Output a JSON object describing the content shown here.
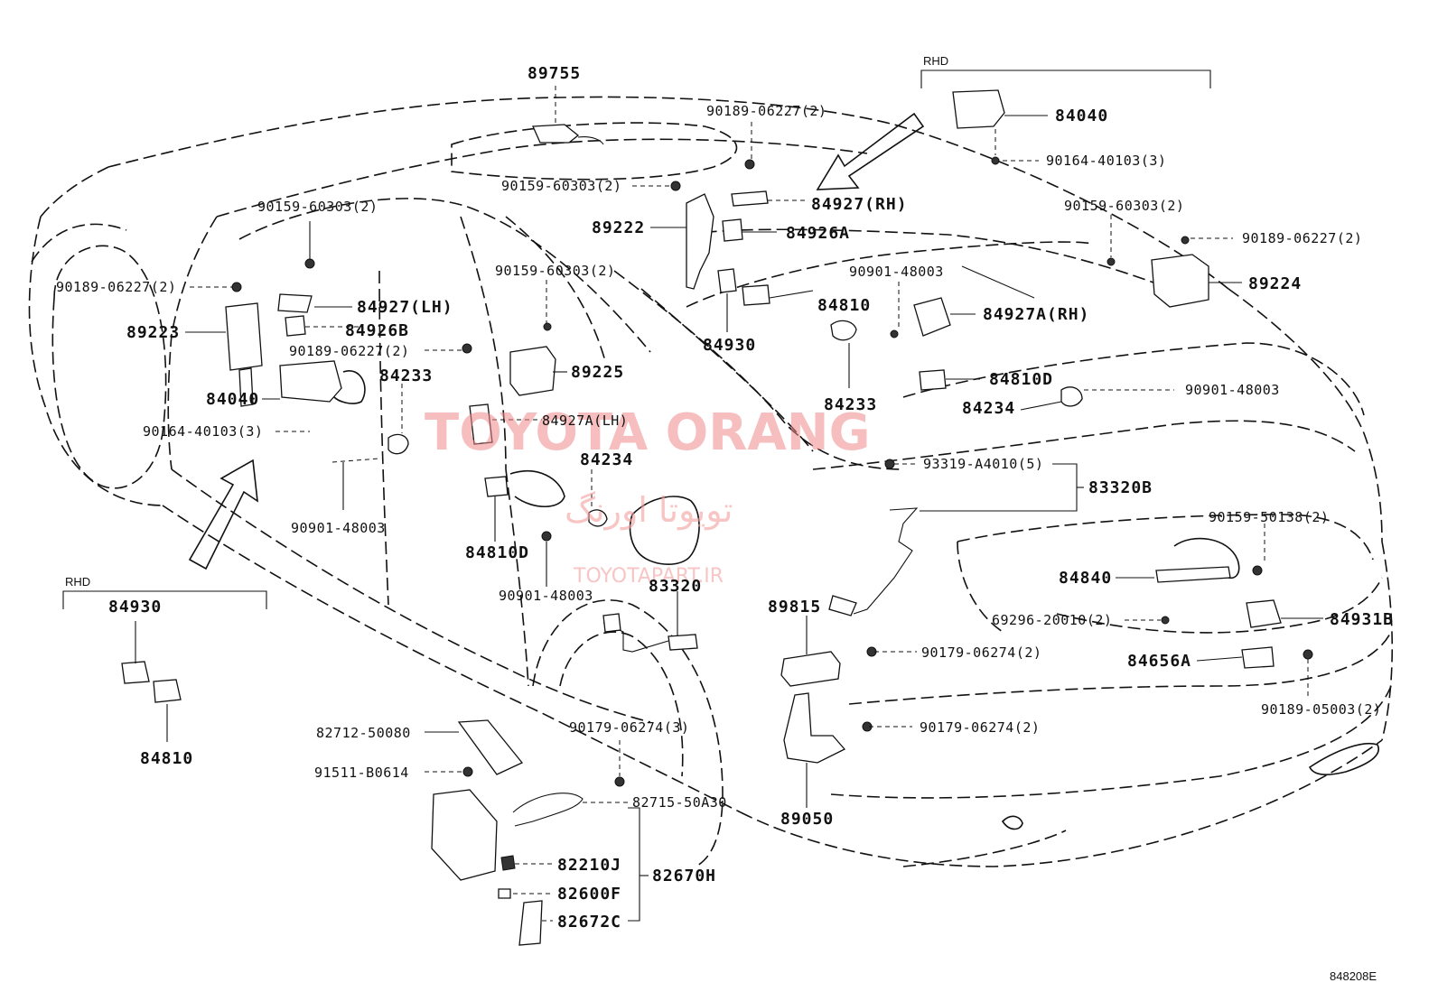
{
  "labels": {
    "p89755": "89755",
    "p90189_06227_top": "90189-06227(2)",
    "p90159_60303_top": "90159-60303(2)",
    "p84927_rh": "84927(RH)",
    "p89222": "89222",
    "p84926a": "84926A",
    "p90159_60303_left": "90159-60303(2)",
    "p90189_06227_left": "90189-06227(2)",
    "p89223": "89223",
    "p84927_lh": "84927(LH)",
    "p84926b": "84926B",
    "p90189_06227_mid": "90189-06227(2)",
    "p84233_left": "84233",
    "p84040_left": "84040",
    "p90164_40103_left": "90164-40103(3)",
    "p90901_48003_left": "90901-48003",
    "p90159_60303_mid": "90159-60303(2)",
    "p89225": "89225",
    "p84927a_lh": "84927A(LH)",
    "p84234_left": "84234",
    "p84810d_left": "84810D",
    "p90901_48003_mid": "90901-48003",
    "p84930_center": "84930",
    "p84810_center": "84810",
    "p90901_48003_top": "90901-48003",
    "p84233_center": "84233",
    "p84927a_rh": "84927A(RH)",
    "p84810d_right": "84810D",
    "p84234_right": "84234",
    "p90901_48003_right": "90901-48003",
    "p84040_right": "84040",
    "p90164_40103_right": "90164-40103(3)",
    "p90159_60303_right": "90159-60303(2)",
    "p90189_06227_right": "90189-06227(2)",
    "p89224": "89224",
    "p93319": "93319-A4010(5)",
    "p83320b": "83320B",
    "p83320": "83320",
    "p89815": "89815",
    "p90159_50138": "90159-50138(2)",
    "p84840": "84840",
    "p69296": "69296-20010(2)",
    "p84931b": "84931B",
    "p84656a": "84656A",
    "p90179_06274_a": "90179-06274(2)",
    "p90179_06274_b": "90179-06274(2)",
    "p90189_05003": "90189-05003(2)",
    "p89050": "89050",
    "p82712": "82712-50080",
    "p90179_06274_3": "90179-06274(3)",
    "p91511": "91511-B0614",
    "p82715": "82715-50A30",
    "p82210j": "82210J",
    "p82600f": "82600F",
    "p82672c": "82672C",
    "p82670h": "82670H",
    "p84930_rhd": "84930",
    "p84810_rhd": "84810",
    "rhd_top": "RHD",
    "rhd_left": "RHD",
    "diagram_code": "848208E"
  },
  "watermark": {
    "main": "TOYOTA ORANG",
    "persian": "تویوتا اورنگ",
    "url": "TOYOTAPART.IR",
    "color": "#f08a8a"
  }
}
